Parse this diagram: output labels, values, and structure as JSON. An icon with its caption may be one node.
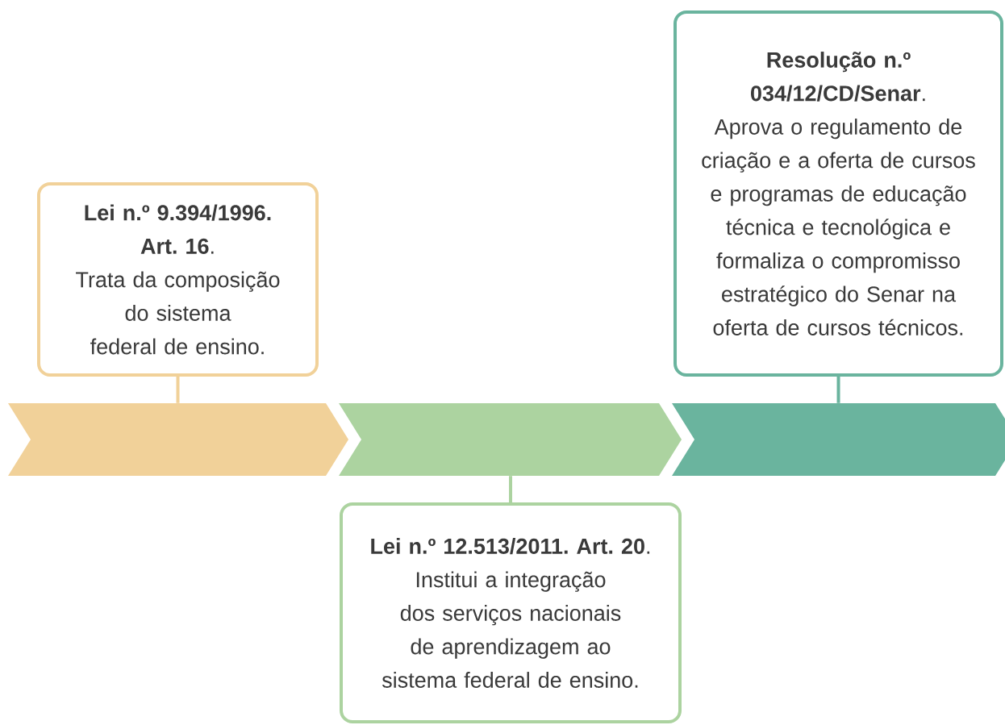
{
  "diagram": {
    "nodes": [
      {
        "text": [],
        "shape": "chevron"
      },
      {
        "text": [],
        "shape": "chevron"
      },
      {
        "text": [],
        "shape": "chevron"
      },
      {
        "text": [
          "**Lei n.º 9.394/1996. Art. 16**.",
          "Trata da composição do sistema federal de ensino."
        ]
      },
      {
        "text": [
          "**Lei n.º 12.513/2011. Art. 20**.",
          "Institui a integração dos serviços nacionais de aprendizagem ao sistema federal de ensino."
        ]
      },
      {
        "text": [
          "**Resolução n.º 034/12/CD/Senar**.",
          "Aprova o regulamento de criação e a oferta de cursos e programas de educação técnica e tecnológica e formaliza o compromisso estratégico do Senar na oferta de cursos técnicos."
        ]
      }
    ],
    "edges": [
      {
        "from": 3,
        "to": 0,
        "arrow": "none",
        "color": "#f1d199"
      },
      {
        "from": 4,
        "to": 1,
        "arrow": "none",
        "color": "#acd3a0"
      },
      {
        "from": 5,
        "to": 2,
        "arrow": "none",
        "color": "#6ab49e"
      }
    ]
  }
}
